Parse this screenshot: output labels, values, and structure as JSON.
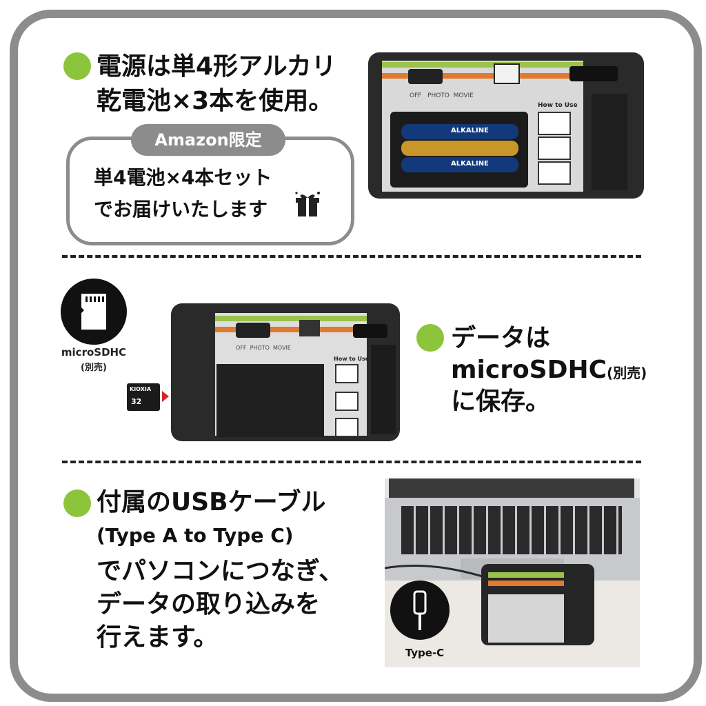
{
  "section1": {
    "heading_line1": "電源は単4形アルカリ",
    "heading_line2": "乾電池×3本を使用。",
    "badge": "Amazon限定",
    "promo_line1": "単4電池×4本セット",
    "promo_line2": "でお届けいたします",
    "camera": {
      "mode_labels": [
        "OFF",
        "PHOTO",
        "MOVIE"
      ],
      "how_to_use": "How to Use",
      "battery_brand": "ALKALINE"
    }
  },
  "section2": {
    "card_label_line1": "microSDHC",
    "card_label_line2": "(別売)",
    "sd_card_brand": "KIOXIA",
    "sd_card_capacity": "32",
    "heading_line1": "データは",
    "heading_line2a": "microSDHC",
    "heading_line2b": "(別売)",
    "heading_line3": "に保存。",
    "camera": {
      "mode_labels": [
        "OFF",
        "PHOTO",
        "MOVIE"
      ],
      "how_to_use": "How to Use"
    }
  },
  "section3": {
    "heading_line1": "付属のUSBケーブル",
    "heading_line2": "(Type A  to Type C)",
    "heading_line3": "でパソコンにつなぎ、",
    "heading_line4": "データの取り込みを",
    "heading_line5": "行えます。",
    "usb_label": "Type-C"
  },
  "colors": {
    "accent_green": "#8cc43c",
    "frame_gray": "#8c8c8c",
    "stripe_green": "#9bc24a",
    "stripe_orange": "#e07a2c"
  }
}
